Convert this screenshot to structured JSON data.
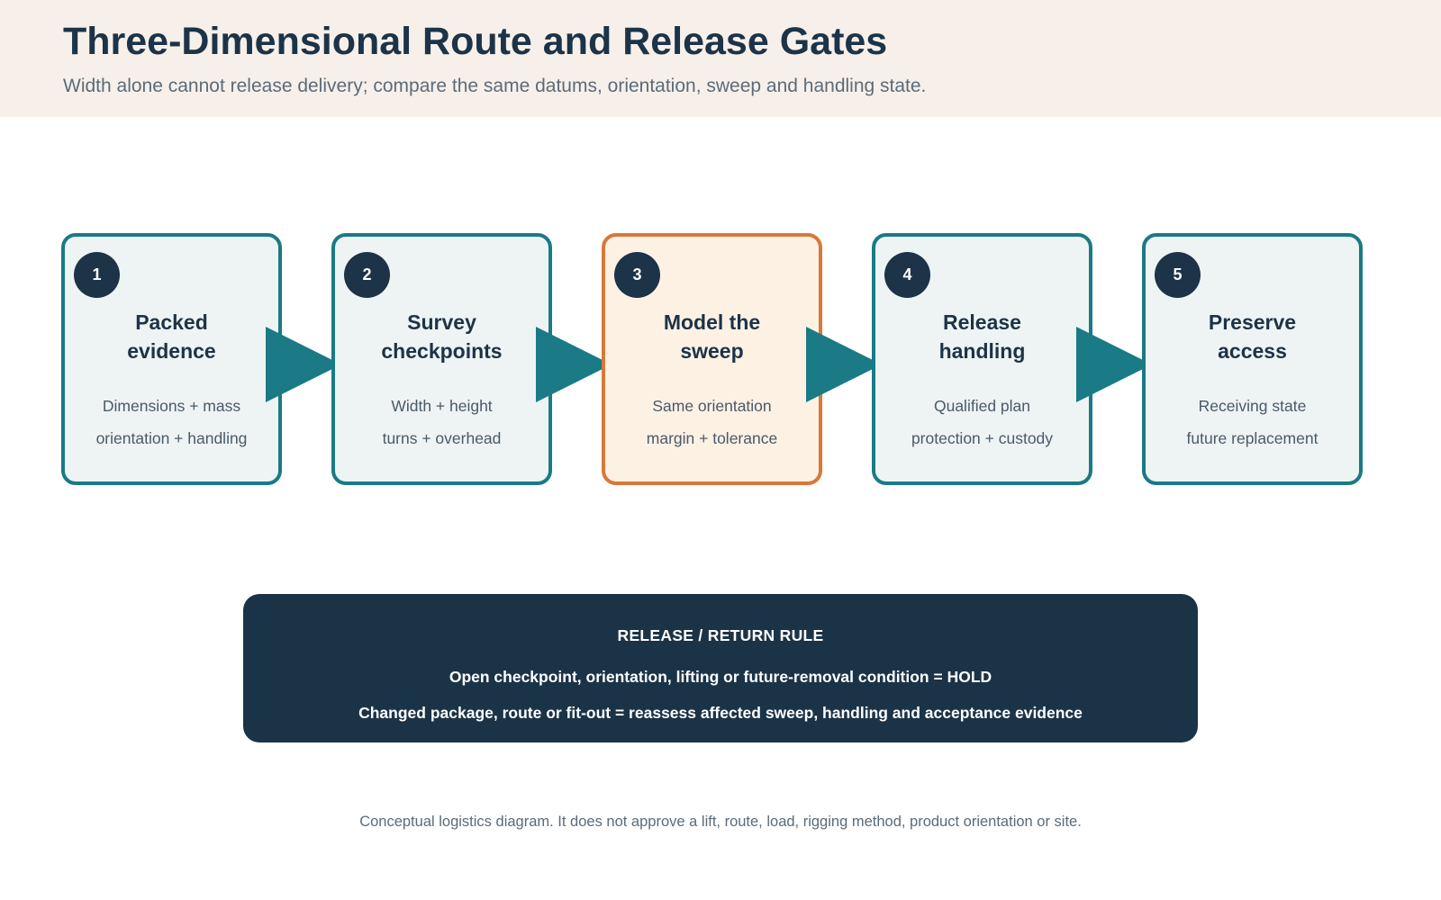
{
  "header": {
    "title": "Three-Dimensional Route and Release Gates",
    "subtitle": "Width alone cannot release delivery; compare the same datums, orientation, sweep and handling state."
  },
  "steps": [
    {
      "number": "1",
      "title": "Packed\nevidence",
      "lines": [
        "Dimensions + mass",
        "orientation + handling"
      ],
      "highlight": false
    },
    {
      "number": "2",
      "title": "Survey\ncheckpoints",
      "lines": [
        "Width + height",
        "turns + overhead"
      ],
      "highlight": false
    },
    {
      "number": "3",
      "title": "Model the\nsweep",
      "lines": [
        "Same orientation",
        "margin + tolerance"
      ],
      "highlight": true
    },
    {
      "number": "4",
      "title": "Release\nhandling",
      "lines": [
        "Qualified plan",
        "protection + custody"
      ],
      "highlight": false
    },
    {
      "number": "5",
      "title": "Preserve\naccess",
      "lines": [
        "Receiving state",
        "future replacement"
      ],
      "highlight": false
    }
  ],
  "rule": {
    "heading": "RELEASE / RETURN RULE",
    "lines": [
      "Open checkpoint, orientation, lifting or future-removal condition = HOLD",
      "Changed package, route or fit-out = reassess affected sweep, handling and acceptance evidence"
    ]
  },
  "footnote": "Conceptual logistics diagram. It does not approve a lift, route, load, rigging method, product orientation or site.",
  "colors": {
    "header_bg": "#f7f0ea",
    "title": "#1c3348",
    "teal": "#1a7a85",
    "orange": "#d97838",
    "step_bg": "#eef4f4",
    "highlight_bg": "#fdf1e4",
    "rule_bg": "#1b3347"
  }
}
